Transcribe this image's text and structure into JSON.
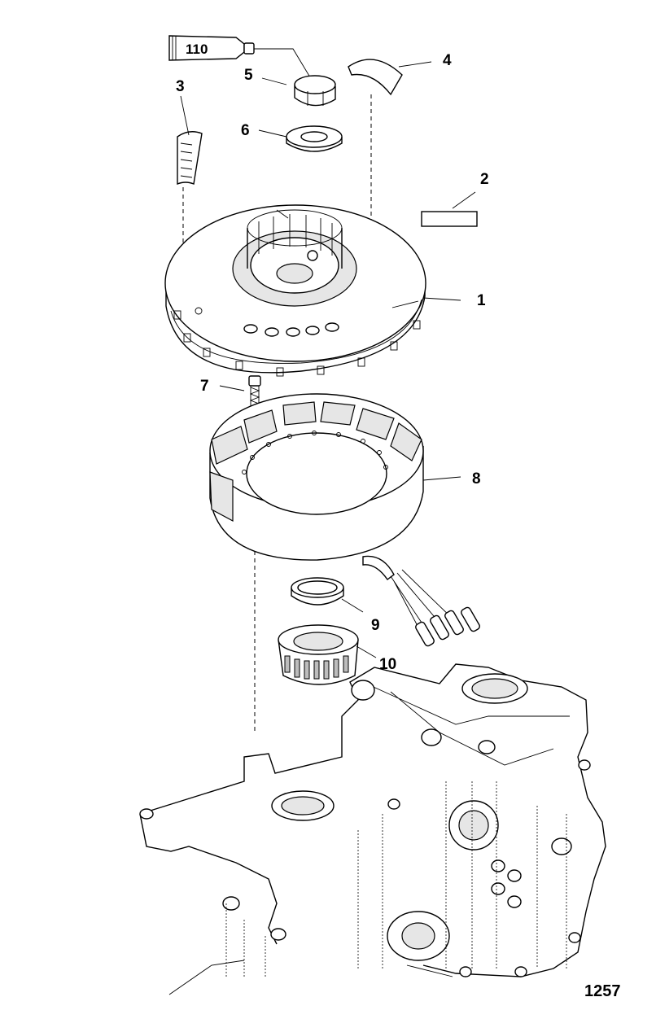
{
  "diagram": {
    "figure_number": "1257",
    "sealant_tube_label": "110",
    "callouts": {
      "c1": "1",
      "c2": "2",
      "c3": "3",
      "c4": "4",
      "c5": "5",
      "c6": "6",
      "c7": "7",
      "c8": "8",
      "c9": "9",
      "c10": "10"
    }
  }
}
